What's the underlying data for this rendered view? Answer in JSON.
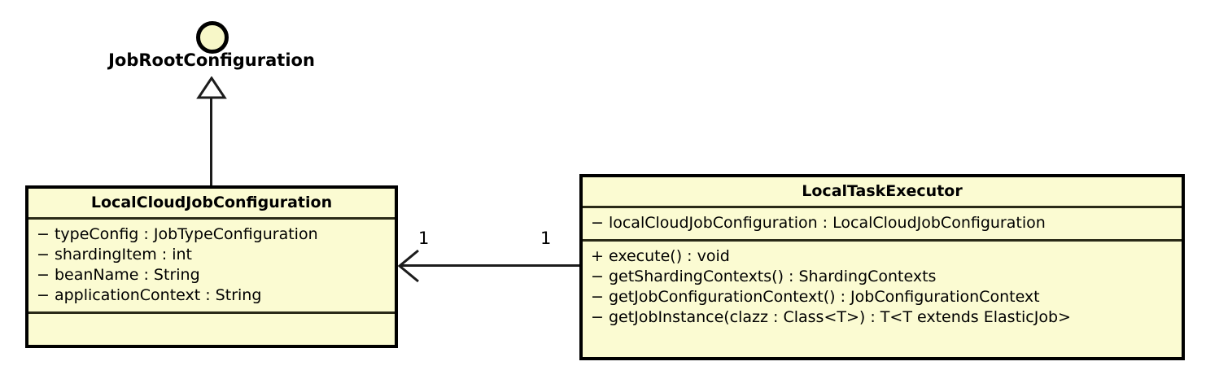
{
  "diagram": {
    "type": "uml-class-diagram",
    "background_color": "#ffffff",
    "class_fill_color": "#fbfbd2",
    "border_color": "#000000"
  },
  "interface_node": {
    "name": "JobRootConfiguration",
    "notation": "lollipop-circle",
    "fill_color": "#f7f7c8"
  },
  "classes": [
    {
      "id": "LocalCloudJobConfiguration",
      "title": "LocalCloudJobConfiguration",
      "attributes": [
        "− typeConfig : JobTypeConfiguration",
        "− shardingItem : int",
        "− beanName : String",
        "− applicationContext : String"
      ],
      "operations": []
    },
    {
      "id": "LocalTaskExecutor",
      "title": "LocalTaskExecutor",
      "attributes": [
        "− localCloudJobConfiguration : LocalCloudJobConfiguration"
      ],
      "operations": [
        "+ execute() : void",
        "− getShardingContexts() : ShardingContexts",
        "− getJobConfigurationContext() : JobConfigurationContext",
        "− getJobInstance(clazz : Class<T>) : T<T extends ElasticJob>"
      ]
    }
  ],
  "relationships": [
    {
      "id": "generalization",
      "kind": "realization-generalization",
      "from": "LocalCloudJobConfiguration",
      "to": "JobRootConfiguration",
      "arrow": "hollow-triangle"
    },
    {
      "id": "association",
      "kind": "directed-association",
      "from": "LocalTaskExecutor",
      "to": "LocalCloudJobConfiguration",
      "arrow": "open-arrow",
      "source_multiplicity": "1",
      "target_multiplicity": "1"
    }
  ]
}
